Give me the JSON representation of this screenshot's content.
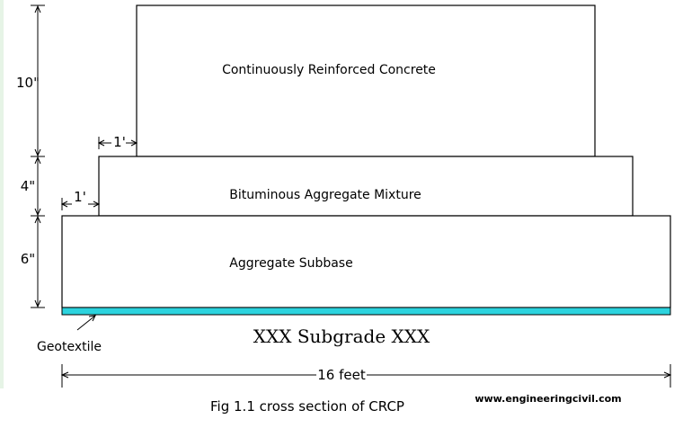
{
  "layers": {
    "concrete": "Continuously Reinforced Concrete",
    "bituminous": "Bituminous Aggregate Mixture",
    "subbase": "Aggregate Subbase",
    "subgrade": "XXX Subgrade XXX",
    "geotextile": "Geotextile"
  },
  "dimensions": {
    "concrete_thickness": "10\"",
    "bituminous_thickness": "4\"",
    "subbase_thickness": "6\"",
    "offset_top": "1'",
    "offset_mid": "1'",
    "total_width": "16 feet"
  },
  "caption": "Fig 1.1 cross section of CRCP",
  "website": "www.engineeringcivil.com",
  "colors": {
    "geotextile": "#2cd3de",
    "left_strip": "#e6f4e6"
  }
}
